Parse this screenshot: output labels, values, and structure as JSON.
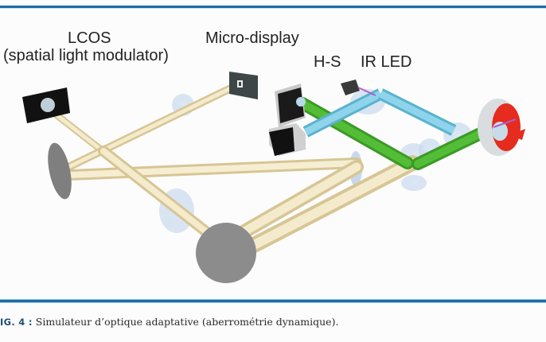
{
  "figure": {
    "labels": {
      "lcos_title": "LCOS",
      "lcos_subtitle": "(spatial light modulator)",
      "micro_display": "Micro-display",
      "hs": "H-S",
      "ir_led": "IR LED"
    },
    "colors": {
      "rule": "#1f6aa8",
      "beam_visible": "#efe3bd",
      "beam_green": "#4cb532",
      "beam_cyan": "#7fcde3",
      "mirror": "#8a8a8a",
      "lens": "#c9daee",
      "eye_red": "#e2231a"
    }
  },
  "caption": {
    "number": "IG. 4 :",
    "text": " Simulateur d’optique adaptative (aberrométrie dynamique)."
  }
}
